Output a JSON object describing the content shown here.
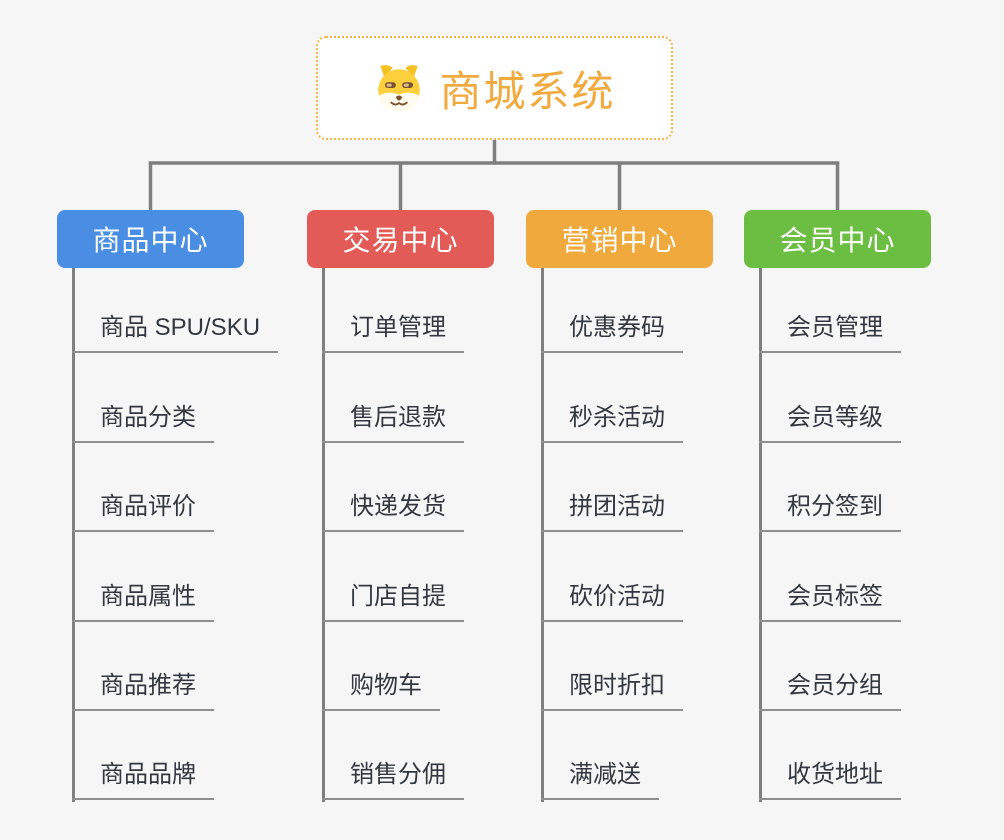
{
  "root": {
    "title": "商城系统",
    "icon": "dog-face-icon",
    "text_color": "#f0aa3f",
    "border_color": "#f6b34a"
  },
  "branches": [
    {
      "label": "商品中心",
      "color": "#4a8ee4",
      "items": [
        "商品 SPU/SKU",
        "商品分类",
        "商品评价",
        "商品属性",
        "商品推荐",
        "商品品牌"
      ]
    },
    {
      "label": "交易中心",
      "color": "#e35b56",
      "items": [
        "订单管理",
        "售后退款",
        "快递发货",
        "门店自提",
        "购物车",
        "销售分佣"
      ]
    },
    {
      "label": "营销中心",
      "color": "#efa93c",
      "items": [
        "优惠券码",
        "秒杀活动",
        "拼团活动",
        "砍价活动",
        "限时折扣",
        "满减送"
      ]
    },
    {
      "label": "会员中心",
      "color": "#6cbe43",
      "items": [
        "会员管理",
        "会员等级",
        "积分签到",
        "会员标签",
        "会员分组",
        "收货地址"
      ]
    }
  ],
  "colors": {
    "canvas_background": "#f6f6f6",
    "connector_line": "#7f7f7f",
    "item_underline": "#8f8f8f",
    "item_text": "#333840",
    "branch_text": "#ffffff"
  }
}
